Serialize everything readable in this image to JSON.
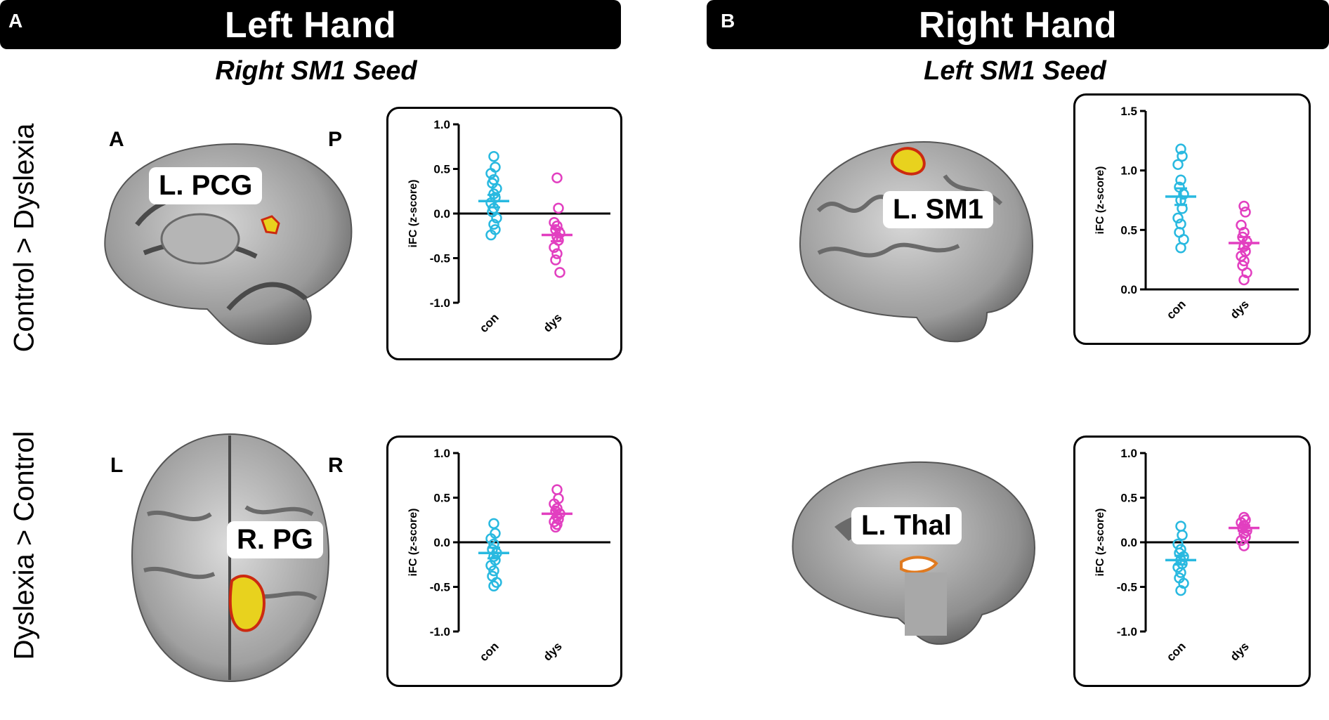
{
  "panels": [
    {
      "letter": "A",
      "title": "Left Hand",
      "seed": "Right SM1 Seed"
    },
    {
      "letter": "B",
      "title": "Right Hand",
      "seed": "Left SM1 Seed"
    }
  ],
  "row_labels": [
    "Control > Dyslexia",
    "Dyslexia > Control"
  ],
  "brains": [
    {
      "label": "L. PCG",
      "orient_left": "A",
      "orient_right": "P"
    },
    {
      "label": "R. PG",
      "orient_left": "L",
      "orient_right": "R"
    },
    {
      "label": "L. SM1"
    },
    {
      "label": "L. Thal"
    }
  ],
  "colors": {
    "con": "#29b9e0",
    "dys": "#e23fc0",
    "activation": "#e8d21e",
    "activation_edge": "#cc2a10"
  },
  "chart_data": [
    {
      "type": "scatter",
      "id": "A-top",
      "ylabel": "iFC (z-score)",
      "ylim": [
        -1.0,
        1.0
      ],
      "yticks": [
        1.0,
        0.5,
        0.0,
        -0.5,
        -1.0
      ],
      "ytick_labels": [
        "1.0",
        "0.5",
        "0.0",
        "-0.5",
        "-1.0"
      ],
      "zero_line": true,
      "categories": [
        "con",
        "dys"
      ],
      "series": [
        {
          "name": "con",
          "values": [
            0.64,
            0.52,
            0.45,
            0.38,
            0.34,
            0.28,
            0.22,
            0.18,
            0.12,
            0.06,
            0.02,
            -0.05,
            -0.12,
            -0.18,
            -0.24
          ],
          "mean": 0.14,
          "sem": 0.07
        },
        {
          "name": "dys",
          "values": [
            0.4,
            0.06,
            -0.1,
            -0.14,
            -0.18,
            -0.22,
            -0.26,
            -0.3,
            -0.38,
            -0.45,
            -0.52,
            -0.66
          ],
          "mean": -0.24,
          "sem": 0.07
        }
      ]
    },
    {
      "type": "scatter",
      "id": "A-bottom",
      "ylabel": "iFC (z-score)",
      "ylim": [
        -1.0,
        1.0
      ],
      "yticks": [
        1.0,
        0.5,
        0.0,
        -0.5,
        -1.0
      ],
      "ytick_labels": [
        "1.0",
        "0.5",
        "0.0",
        "-0.5",
        "-1.0"
      ],
      "zero_line": true,
      "categories": [
        "con",
        "dys"
      ],
      "series": [
        {
          "name": "con",
          "values": [
            0.21,
            0.1,
            0.04,
            -0.02,
            -0.08,
            -0.12,
            -0.16,
            -0.2,
            -0.26,
            -0.32,
            -0.38,
            -0.45,
            -0.49
          ],
          "mean": -0.12,
          "sem": 0.06
        },
        {
          "name": "dys",
          "values": [
            0.59,
            0.49,
            0.43,
            0.38,
            0.35,
            0.32,
            0.29,
            0.26,
            0.23,
            0.2,
            0.17
          ],
          "mean": 0.32,
          "sem": 0.04
        }
      ]
    },
    {
      "type": "scatter",
      "id": "B-top",
      "ylabel": "iFC (z-score)",
      "ylim": [
        0.0,
        1.5
      ],
      "yticks": [
        1.5,
        1.0,
        0.5,
        0.0
      ],
      "ytick_labels": [
        "1.5",
        "1.0",
        "0.5",
        "0.0"
      ],
      "zero_line": false,
      "categories": [
        "con",
        "dys"
      ],
      "series": [
        {
          "name": "con",
          "values": [
            1.18,
            1.12,
            1.05,
            0.92,
            0.86,
            0.8,
            0.75,
            0.68,
            0.6,
            0.55,
            0.48,
            0.42,
            0.35
          ],
          "mean": 0.78,
          "sem": 0.07
        },
        {
          "name": "dys",
          "values": [
            0.7,
            0.65,
            0.54,
            0.48,
            0.44,
            0.4,
            0.36,
            0.32,
            0.28,
            0.24,
            0.2,
            0.14,
            0.08
          ],
          "mean": 0.39,
          "sem": 0.05
        }
      ]
    },
    {
      "type": "scatter",
      "id": "B-bottom",
      "ylabel": "iFC (z-score)",
      "ylim": [
        -1.0,
        1.0
      ],
      "yticks": [
        1.0,
        0.5,
        0.0,
        -0.5,
        -1.0
      ],
      "ytick_labels": [
        "1.0",
        "0.5",
        "0.0",
        "-0.5",
        "-1.0"
      ],
      "zero_line": true,
      "categories": [
        "con",
        "dys"
      ],
      "series": [
        {
          "name": "con",
          "values": [
            0.18,
            0.08,
            -0.02,
            -0.08,
            -0.12,
            -0.16,
            -0.2,
            -0.24,
            -0.28,
            -0.34,
            -0.4,
            -0.46,
            -0.54
          ],
          "mean": -0.2,
          "sem": 0.05
        },
        {
          "name": "dys",
          "values": [
            0.28,
            0.25,
            0.22,
            0.19,
            0.16,
            0.13,
            0.1,
            0.06,
            0.02,
            -0.04
          ],
          "mean": 0.16,
          "sem": 0.03
        }
      ]
    }
  ]
}
